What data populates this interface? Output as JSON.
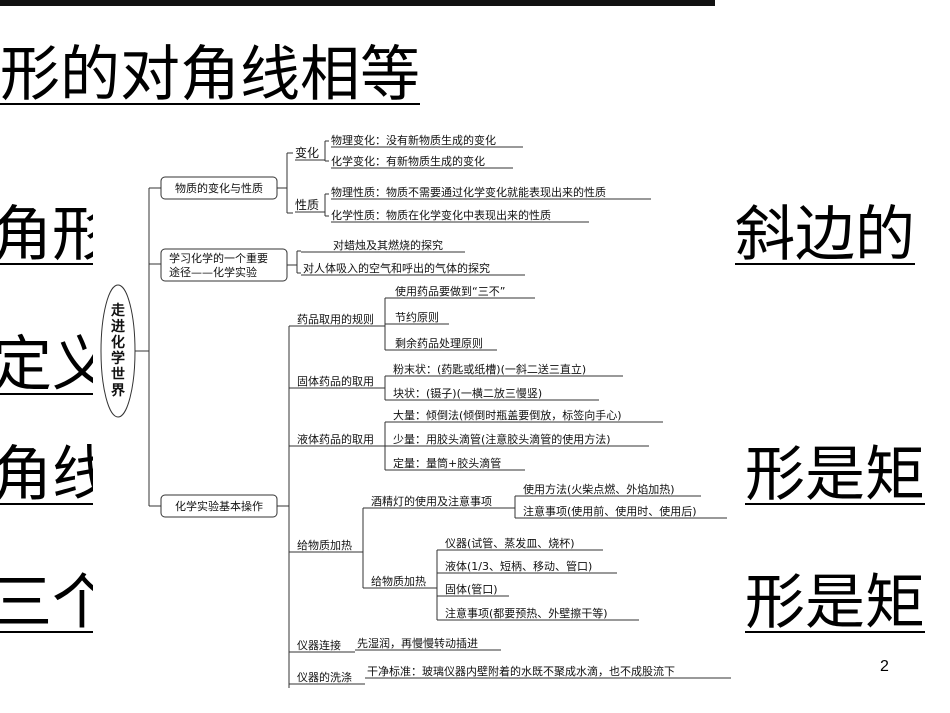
{
  "background": {
    "line1": "形的对角线相等",
    "line2_left": "角形",
    "line2_right": "斜边的",
    "line3_left": "定义",
    "line4_left": "角线",
    "line4_right": "形是矩",
    "line5_left": "三个",
    "line5_right": "形是矩"
  },
  "page_number": "2",
  "mindmap": {
    "root": [
      "走",
      "进",
      "化",
      "学",
      "世",
      "界"
    ],
    "b1": {
      "label": "物质的变化与性质",
      "bian_hua": "变化",
      "physical_change": "物理变化：没有新物质生成的变化",
      "chemical_change": "化学变化：有新物质生成的变化",
      "xing_zhi": "性质",
      "physical_property": "物理性质：物质不需要通过化学变化就能表现出来的性质",
      "chemical_property": "化学性质：物质在化学变化中表现出来的性质"
    },
    "b2": {
      "label_1": "学习化学的一个重要",
      "label_2": "途径——化学实验",
      "item1": "对蜡烛及其燃烧的探究",
      "item2": "对人体吸入的空气和呼出的气体的探究"
    },
    "b3": {
      "label": "化学实验基本操作",
      "drug_rules": "药品取用的规则",
      "rule1": "使用药品要做到“三不”",
      "rule2": "节约原则",
      "rule3": "剩余药品处理原则",
      "solid": "固体药品的取用",
      "solid1": "粉末状：(药匙或纸槽)(一斜二送三直立)",
      "solid2": "块状：(镊子)(一横二放三慢竖)",
      "liquid": "液体药品的取用",
      "liquid1": "大量：倾倒法(倾倒时瓶盖要倒放，标签向手心)",
      "liquid2": "少量：用胶头滴管(注意胶头滴管的使用方法)",
      "liquid3": "定量：量筒+胶头滴管",
      "heating": "给物质加热",
      "lamp": "酒精灯的使用及注意事项",
      "lamp1": "使用方法(火柴点燃、外焰加热)",
      "lamp2": "注意事项(使用前、使用时、使用后)",
      "heat": "给物质加热",
      "heat1": "仪器(试管、蒸发皿、烧杯)",
      "heat2": "液体(1/3、短柄、移动、管口)",
      "heat3": "固体(管口)",
      "heat4": "注意事项(都要预热、外壁擦干等)",
      "connect": "仪器连接",
      "connect1": "先湿润，再慢慢转动插进",
      "wash": "仪器的洗涤",
      "wash1": "干净标准：玻璃仪器内壁附着的水既不聚成水滴，也不成股流下"
    }
  }
}
